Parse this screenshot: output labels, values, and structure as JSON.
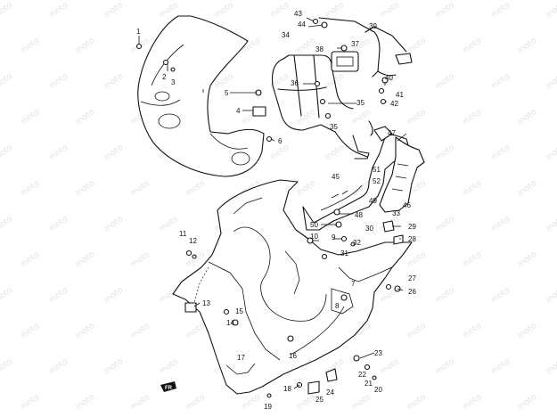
{
  "watermark": "moto",
  "front_indicator": "FR",
  "callouts": {
    "c1": "1",
    "c2": "2",
    "c3": "3",
    "c4": "4",
    "c5": "5",
    "c6": "6",
    "c7": "7",
    "c8": "8",
    "c9": "9",
    "c10": "10",
    "c11": "11",
    "c12": "12",
    "c13": "13",
    "c14": "14",
    "c15": "15",
    "c16": "16",
    "c17": "17",
    "c18": "18",
    "c19": "19",
    "c20": "20",
    "c21": "21",
    "c22": "22",
    "c23": "23",
    "c24": "24",
    "c25": "25",
    "c26": "26",
    "c27": "27",
    "c28": "28",
    "c29": "29",
    "c30": "30",
    "c31": "31",
    "c32": "32",
    "c33": "33",
    "c34": "34",
    "c35a": "35",
    "c35b": "35",
    "c36": "36",
    "c37": "37",
    "c38": "38",
    "c39": "39",
    "c40": "40",
    "c41": "41",
    "c42": "42",
    "c43": "43",
    "c44": "44",
    "c45": "45",
    "c46": "46",
    "c47": "47",
    "c48": "48",
    "c49": "49",
    "c50": "50",
    "c51": "51",
    "c52": "52"
  }
}
